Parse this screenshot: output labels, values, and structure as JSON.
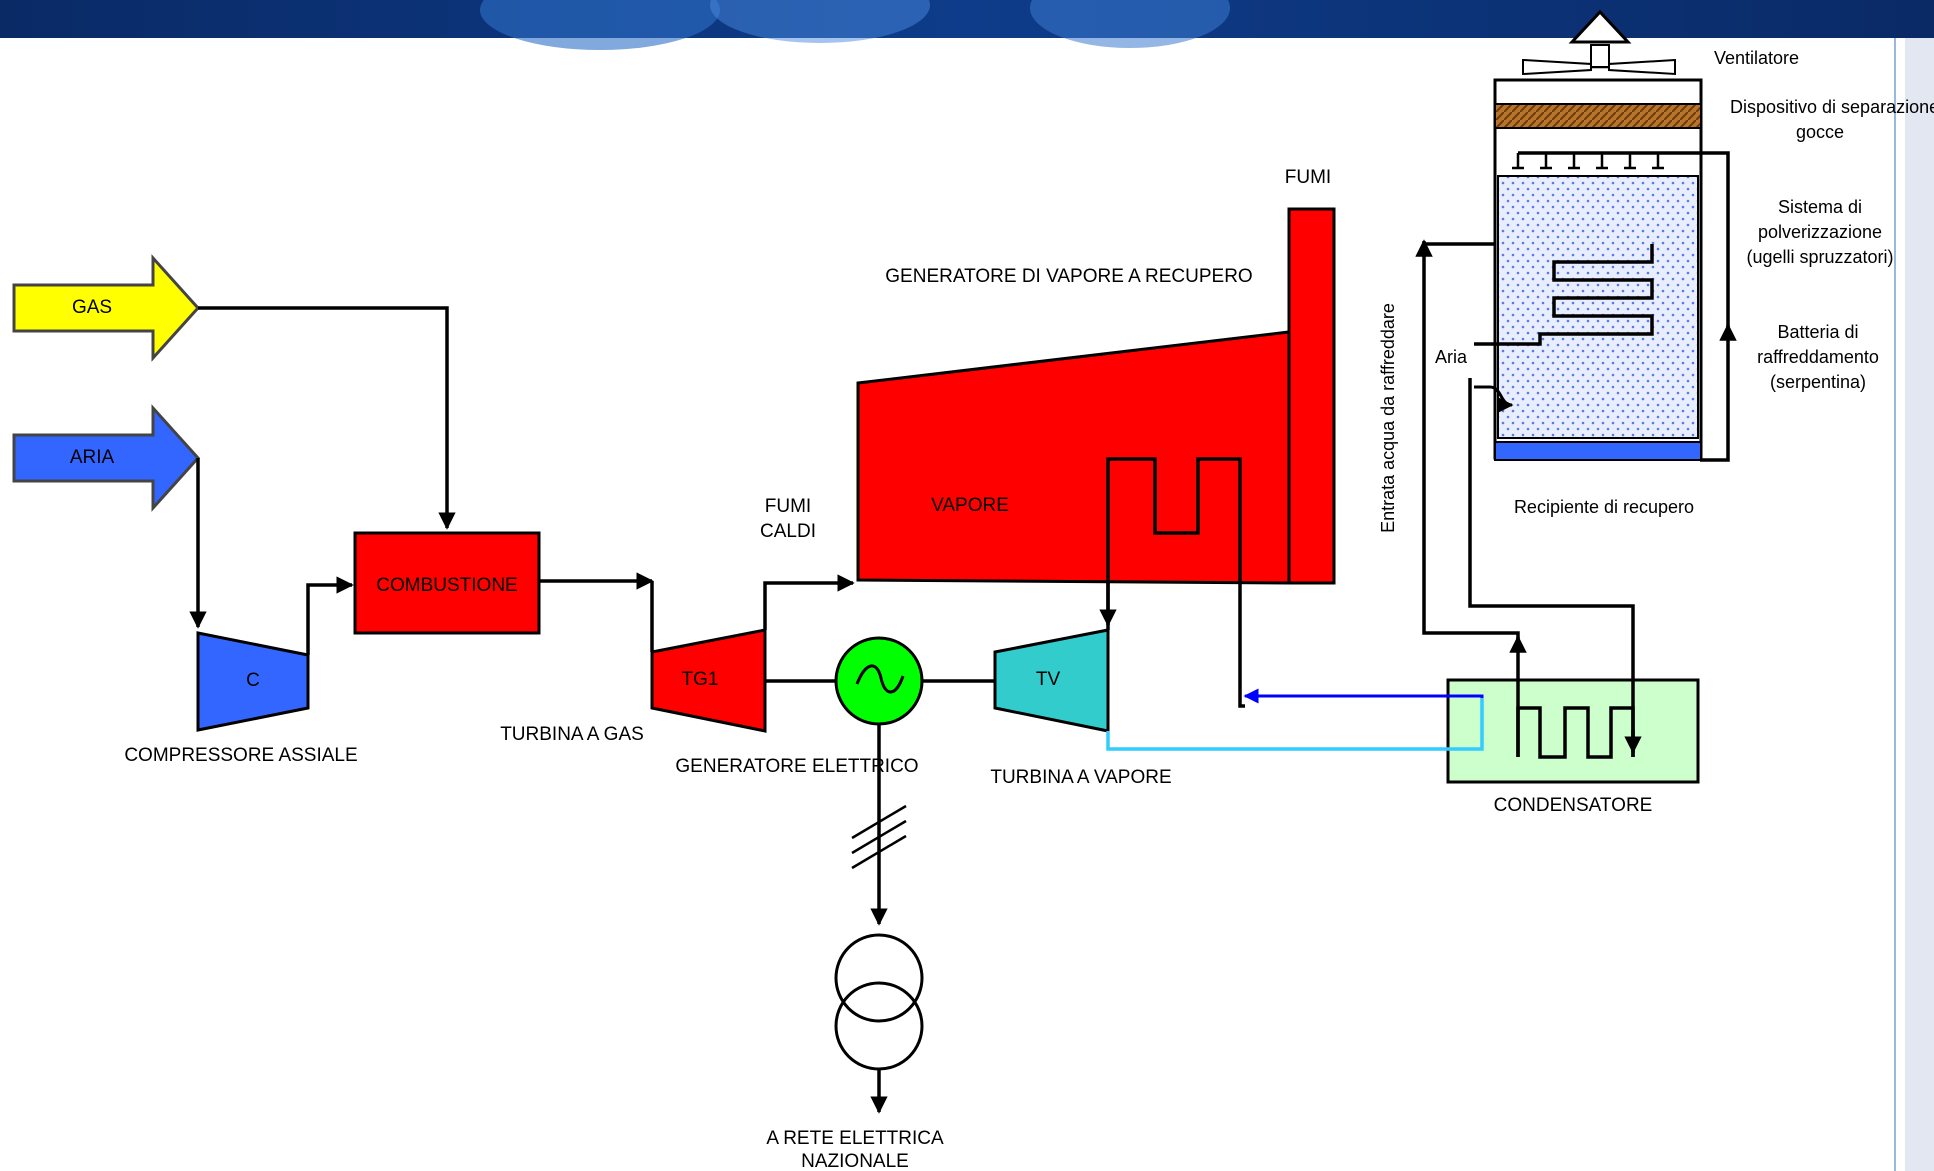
{
  "colors": {
    "gas": "#FFFF00",
    "aria": "#3366FF",
    "red": "#FF0000",
    "steam_turbine": "#33CCCC",
    "generator": "#00FF00",
    "condenser": "#CCFFCC",
    "cold_water": "#0000FF",
    "return_water": "#33CCFF",
    "header_band": "#0B2A63"
  },
  "labels": {
    "gas": "GAS",
    "aria": "ARIA",
    "compressor_letter": "C",
    "compressor": "COMPRESSORE ASSIALE",
    "combustion": "COMBUSTIONE",
    "gas_turbine_letter": "TG1",
    "gas_turbine": "TURBINA A GAS",
    "hot_fumes_1": "FUMI",
    "hot_fumes_2": "CALDI",
    "electric_generator": "GENERATORE ELETTRICO",
    "steam_turbine_letter": "TV",
    "steam_turbine": "TURBINA A VAPORE",
    "hrsg": "GENERATORE DI VAPORE A RECUPERO",
    "steam": "VAPORE",
    "fumes": "FUMI",
    "condenser": "CONDENSATORE",
    "grid_1": "A RETE ELETTRICA",
    "grid_2": "NAZIONALE",
    "cooling_water_inlet": "Entrata acqua da raffreddare",
    "air": "Aria",
    "fan": "Ventilatore",
    "drop_separator_1": "Dispositivo di separazione",
    "drop_separator_2": "gocce",
    "spray_1": "Sistema di",
    "spray_2": "polverizzazione",
    "spray_3": "(ugelli spruzzatori)",
    "coil_1": "Batteria di",
    "coil_2": "raffreddamento",
    "coil_3": "(serpentina)",
    "basin": "Recipiente di recupero"
  }
}
